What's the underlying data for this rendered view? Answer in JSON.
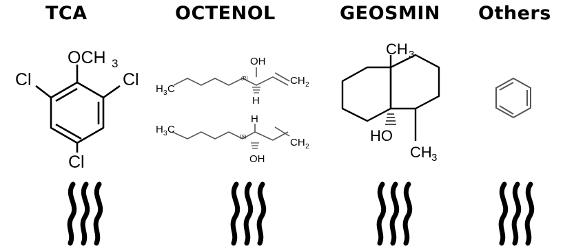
{
  "headings": {
    "tca": "TCA",
    "octenol": "OCTENOL",
    "geosmin": "GEOSMIN",
    "others": "Others"
  },
  "tca": {
    "oxygen_label": "OCH",
    "subscript_3": "3",
    "cl_left": "Cl",
    "cl_right": "Cl",
    "cl_bottom": "Cl"
  },
  "octenol_top": {
    "oh": "OH",
    "h": "H",
    "stereo_mark": "(R)",
    "left_end_1": "H",
    "left_end_sub": "3",
    "left_end_2": "C",
    "right_end_1": "CH",
    "right_end_sub": "2"
  },
  "octenol_bottom": {
    "oh": "OH",
    "h": "H",
    "stereo_mark": "(S)",
    "left_end_1": "H",
    "left_end_sub": "3",
    "left_end_2": "C",
    "right_end_1": "CH",
    "right_end_sub": "2"
  },
  "geosmin": {
    "ch3_top": "CH",
    "ch3_top_sub": "3",
    "ho": "HO",
    "ch3_bottom": "CH",
    "ch3_bottom_sub": "3"
  },
  "icons": [
    "odor-waves-icon",
    "benzene-ring-icon"
  ]
}
